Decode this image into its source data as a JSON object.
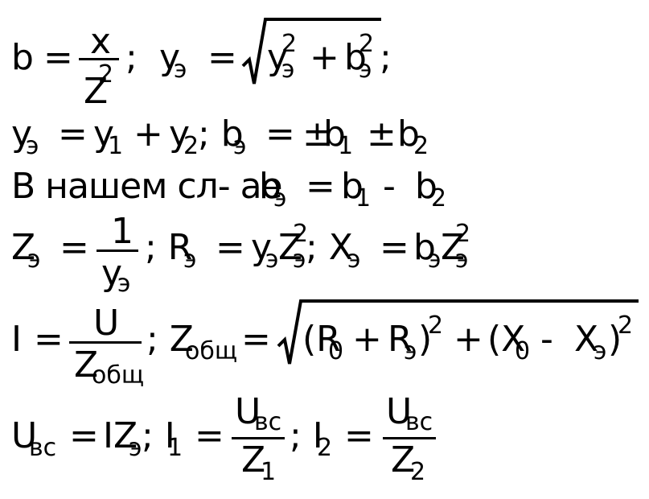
{
  "line1": {
    "b": "b",
    "eq1": "=",
    "num": "x",
    "den": "Z",
    "den_exp": "2",
    "semi": ";",
    "y": "y",
    "y_sub": "э",
    "eq2": "=",
    "rad_y": "y",
    "rad_y_exp": "2",
    "rad_y_sub": "э",
    "plus": "+",
    "rad_b": "b",
    "rad_b_exp": "2",
    "rad_b_sub": "э",
    "end": ";"
  },
  "line2": {
    "y": "y",
    "y_sub": "э",
    "eq": "=",
    "y1": "y",
    "y1_sub": "1",
    "plus": "+",
    "y2": "y",
    "y2_sub": "2",
    "semi_b": "; b",
    "b_sub": "э",
    "eq2": "=",
    "pm1": "±",
    "b1": "b",
    "b1_sub": "1",
    "pm2": "±",
    "b2": "b",
    "b2_sub": "2"
  },
  "line3": {
    "text": "В нашем сл- ае",
    "b": "b",
    "b_sub": "э",
    "eq": "=",
    "b1": "b",
    "b1_sub": "1",
    "minus": "-",
    "b2": "b",
    "b2_sub": "2"
  },
  "line4": {
    "Z": "Z",
    "Z_sub": "э",
    "eq": "=",
    "num": "1",
    "den": "y",
    "den_sub": "э",
    "semi_R": "; R",
    "R_sub": "э",
    "eq2": "=",
    "y": "y",
    "y_sub": "э",
    "Z2": "Z",
    "Z2_sup": "2",
    "Z2_sub": "э",
    "semi_X": "; X",
    "X_sub": "э",
    "eq3": "=",
    "b": "b",
    "b_sub": "э",
    "Z3": "Z",
    "Z3_sup": "2",
    "Z3_sub": "э"
  },
  "line5": {
    "I": "I",
    "eq": "=",
    "num": "U",
    "den": "Z",
    "den_sub": "общ",
    "semi_Z": "; Z",
    "Z_sub": "общ",
    "eq2": "=",
    "open1": "(R",
    "R0_sub": "0",
    "plus1": "+",
    "R": "R",
    "R_sub": "э",
    "close1": ")",
    "exp1": "2",
    "plus2": "+",
    "open2": "(X",
    "X0_sub": "0",
    "minus": "-",
    "X": "X",
    "X_sub": "э",
    "close2": ")",
    "exp2": "2"
  },
  "line6": {
    "U": "U",
    "U_sub": "вс",
    "eq": "=",
    "IZ": "IZ",
    "IZ_sub": "э",
    "semi_I": "; I",
    "I1_sub": "1",
    "eq2": "=",
    "num1": "U",
    "num1_sub": "вс",
    "den1": "Z",
    "den1_sub": "1",
    "semi_I2": "; I",
    "I2_sub": "2",
    "eq3": "=",
    "num2": "U",
    "num2_sub": "вс",
    "den2": "Z",
    "den2_sub": "2"
  }
}
